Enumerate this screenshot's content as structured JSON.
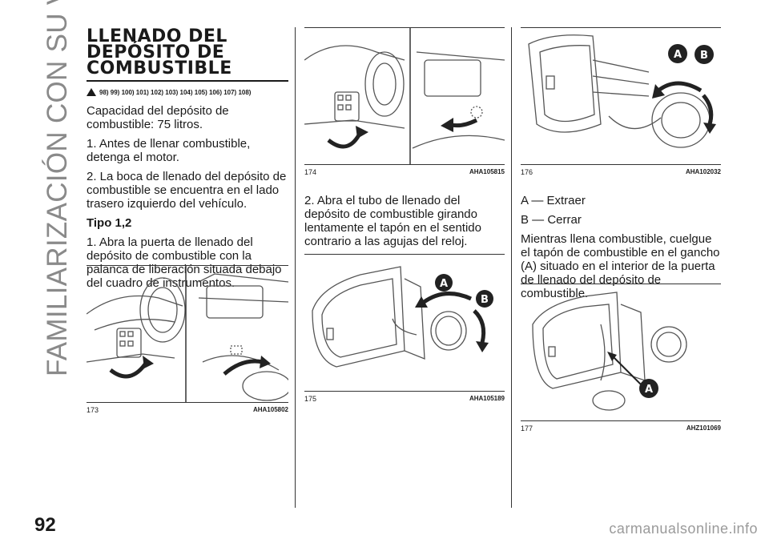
{
  "sidebar": {
    "chapter_title": "FAMILIARIZACIÓN CON SU VEHÍCULO"
  },
  "page": {
    "number": "92",
    "watermark": "carmanualsonline.info"
  },
  "section": {
    "title_lines": [
      "LLENADO DEL",
      "DEPÓSITO DE",
      "COMBUSTIBLE"
    ],
    "refs": "98) 99) 100) 101) 102) 103) 104) 105) 106) 107) 108)"
  },
  "col1": {
    "p1": "Capacidad del depósito de combustible: 75 litros.",
    "p2": "1. Antes de llenar combustible, detenga el motor.",
    "p3": "2. La boca de llenado del depósito de combustible se encuentra en el lado trasero izquierdo del vehículo.",
    "subhead": "Tipo 1,2",
    "p4": "1. Abra la puerta de llenado del depósito de combustible con la palanca de liberación situada debajo del cuadro de instrumentos."
  },
  "col2": {
    "p1": "2. Abra el tubo de llenado del depósito de combustible girando lentamente el tapón en el sentido contrario a las agujas del reloj."
  },
  "col3": {
    "p1": "A — Extraer",
    "p2": "B — Cerrar",
    "p3": "Mientras llena combustible, cuelgue el tapón de combustible en el gancho (A) situado en el interior de la puerta de llenado del depósito de combustible."
  },
  "figures": {
    "f173": {
      "num": "173",
      "code": "AHA105802"
    },
    "f174": {
      "num": "174",
      "code": "AHA105815"
    },
    "f175": {
      "num": "175",
      "code": "AHA105189",
      "label_a": "A",
      "label_b": "B"
    },
    "f176": {
      "num": "176",
      "code": "AHA102032",
      "label_a": "A",
      "label_b": "B"
    },
    "f177": {
      "num": "177",
      "code": "AHZ101069",
      "label_a": "A"
    }
  },
  "colors": {
    "text": "#1a1a1a",
    "sidebar": "#8a8a8a",
    "watermark": "#9a9a9a",
    "line": "#333333"
  }
}
